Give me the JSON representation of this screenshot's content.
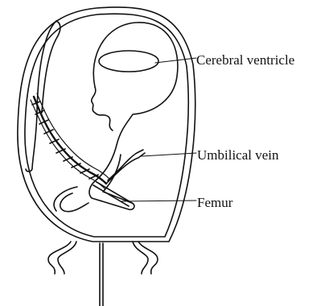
{
  "labels": {
    "cerebral_ventricle": "Cerebral ventricle",
    "umbilical_vein": "Umbilical vein",
    "femur": "Femur"
  },
  "colors": {
    "line": "#111111",
    "background": "#ffffff"
  }
}
